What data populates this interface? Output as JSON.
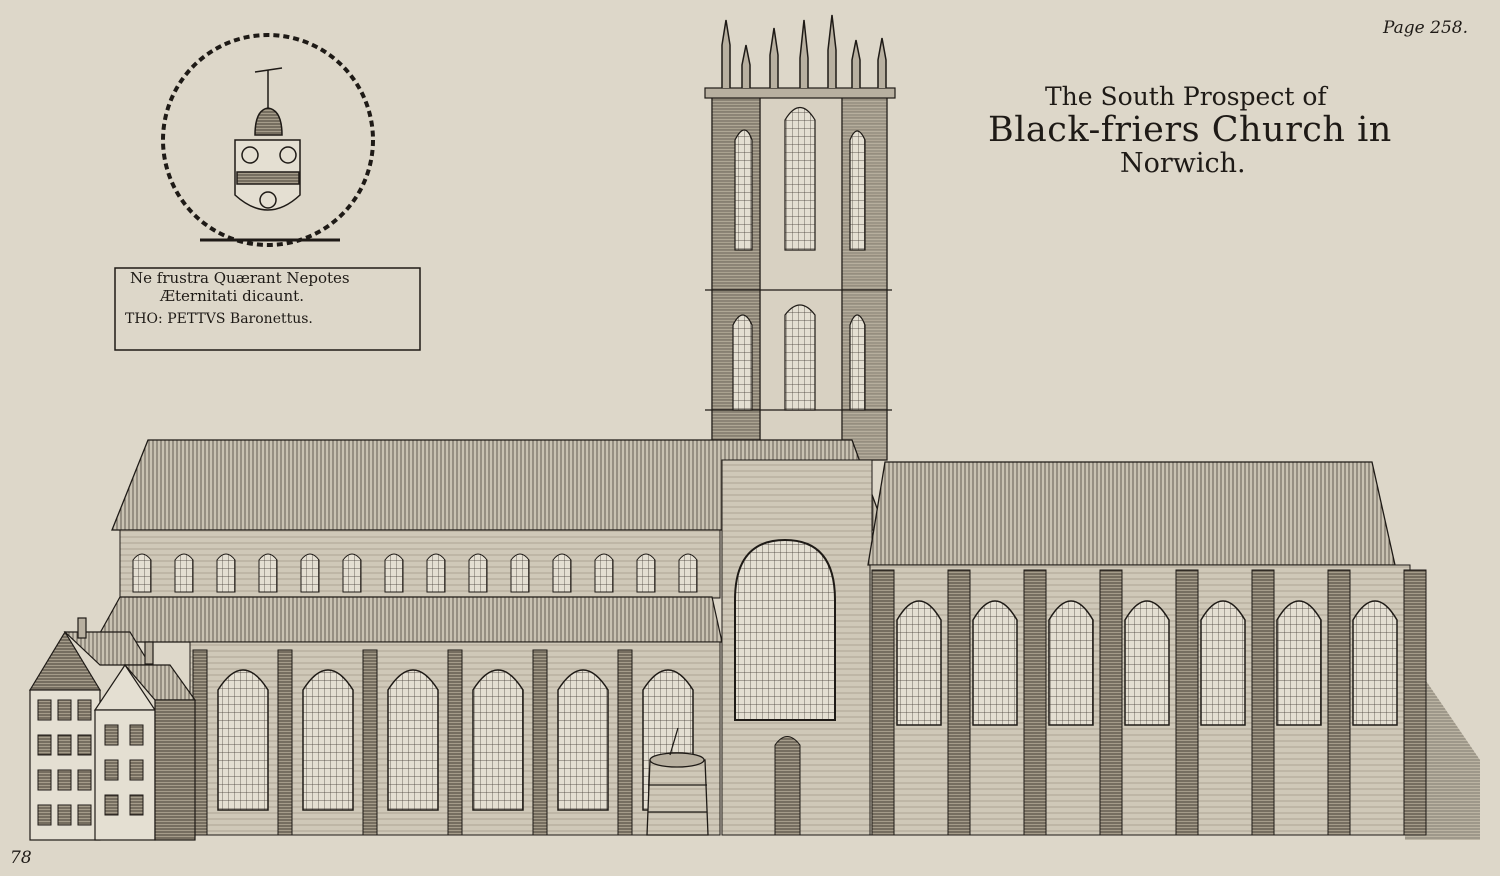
{
  "page_label": "Page 258.",
  "title": {
    "line1": "The South Prospect of",
    "line2": "Black-friers Church in",
    "line3": "Norwich."
  },
  "crest": {
    "motto_line1": "Ne frustra Quærant Nepotes",
    "motto_line2": "Æternitati dicaunt.",
    "motto_line3": "THO: PETTVS Baronettus."
  },
  "plate_number": "78",
  "colors": {
    "paper": "#ddd7c9",
    "ink": "#1e1a16"
  }
}
